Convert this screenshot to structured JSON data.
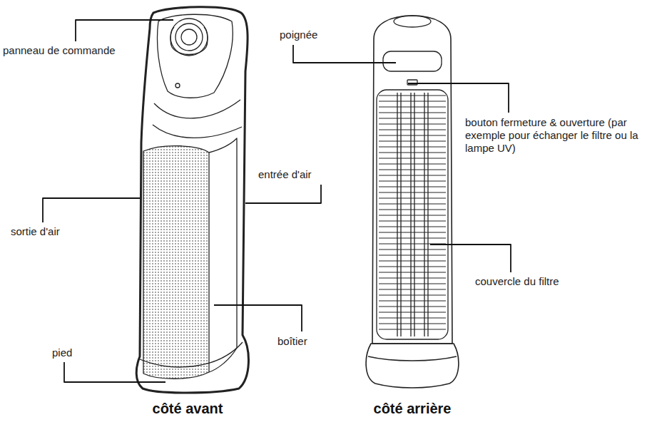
{
  "diagram": {
    "labels": [
      "panneau de commande",
      "poignée",
      "bouton fermeture & ouverture (par exemple pour échanger le filtre ou la lampe UV)",
      "entrée d'air",
      "sortie d'air",
      "couvercle du filtre",
      "boîtier",
      "pied",
      "côté avant",
      "côté arrière"
    ]
  }
}
